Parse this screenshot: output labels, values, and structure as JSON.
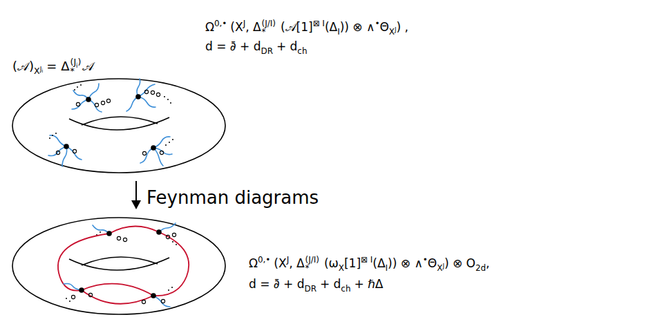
{
  "diagram": {
    "labels": [
      "(𝒜)",
      "X",
      "J",
      "i",
      "= Δ",
      "(J",
      "i",
      ")",
      "*",
      "𝒜",
      "Ω",
      "0,•",
      "(X",
      "J",
      ", Δ",
      "(J/I)",
      "*",
      "(𝒜[1]",
      "⊠ I",
      "(Δ",
      "I",
      ")) ⊗ ∧",
      "•",
      "Θ",
      "X",
      "J",
      ") ,",
      "d = ∂̄ + d",
      "DR",
      "+ d",
      "ch",
      "Feynman diagrams",
      "Ω",
      "0,•",
      "(X",
      "J",
      ", Δ",
      "(J/I)",
      "*",
      "(ω",
      "X",
      "[1]",
      "⊠ I",
      "(Δ",
      "I",
      ")) ⊗ ∧",
      "•",
      "Θ",
      "X",
      "J",
      ") ⊗ O",
      "2d",
      ",",
      "d = ∂̄ + d",
      "DR",
      "+ d",
      "ch",
      "+ ℏΔ"
    ]
  }
}
